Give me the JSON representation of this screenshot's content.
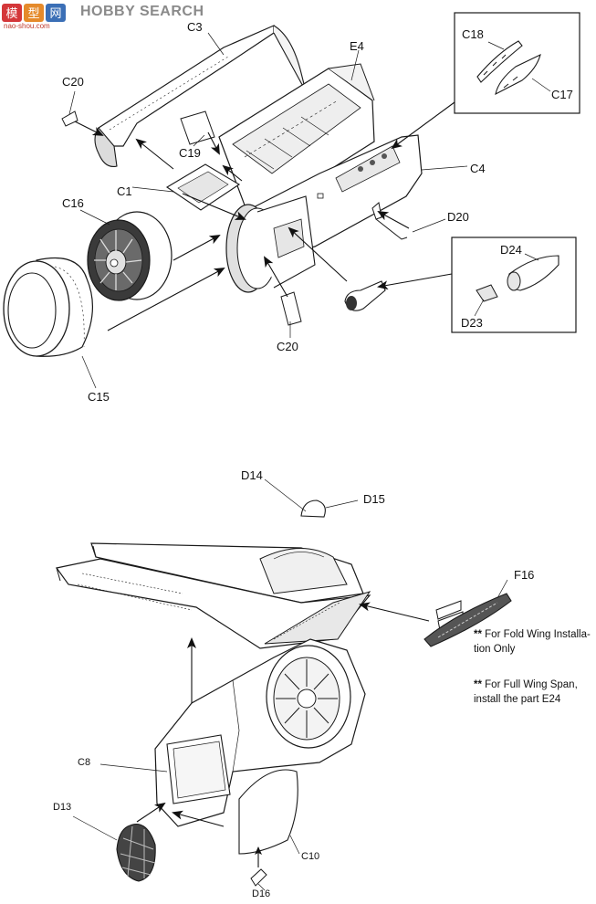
{
  "watermark": {
    "logo_chars": "模型网",
    "text": "HOBBY SEARCH",
    "subtext": "nao-shou.com"
  },
  "parts": {
    "C3": "C3",
    "E4": "E4",
    "C20_top": "C20",
    "C18": "C18",
    "C17": "C17",
    "C19": "C19",
    "C1": "C1",
    "C4": "C4",
    "C16": "C16",
    "D20": "D20",
    "D24": "D24",
    "D23": "D23",
    "C20_bottom": "C20",
    "C15": "C15",
    "D14": "D14",
    "D15": "D15",
    "F16": "F16",
    "C8": "C8",
    "D13": "D13",
    "C10": "C10",
    "D16": "D16"
  },
  "notes": {
    "fold_stars": "**",
    "fold_line1": "For Fold Wing Installa-",
    "fold_line2": "tion Only",
    "full_stars": "**",
    "full_line1": "For Full Wing Span,",
    "full_line2": "install the part E24"
  },
  "colors": {
    "line": "#1a1a1a",
    "fill_light": "#ffffff",
    "shade": "#dcdcdc",
    "dark": "#333333",
    "watermark_gray": "#8a8a8a",
    "watermark_red": "#c0392b"
  }
}
